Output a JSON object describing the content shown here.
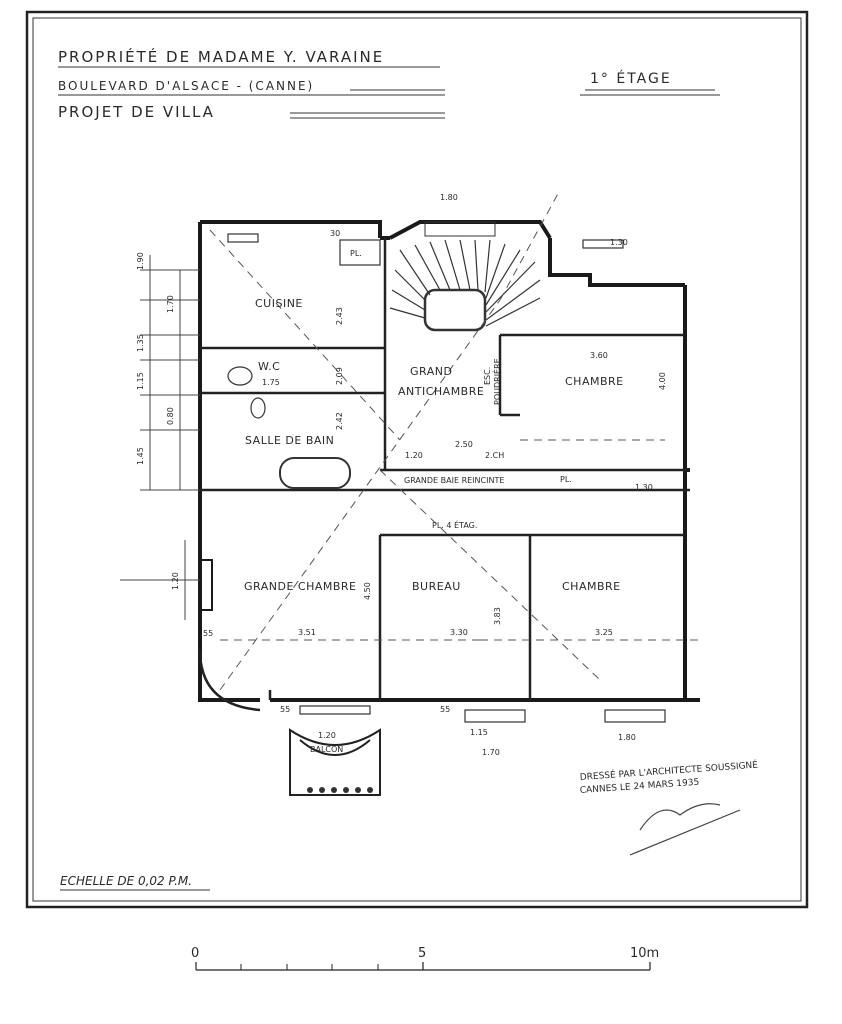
{
  "header": {
    "line1": "PROPRIÉTÉ DE MADAME Y. VARAINE",
    "line2": "BOULEVARD D'ALSACE - (CANNE)",
    "line3": "PROJET DE VILLA",
    "floor": "1° ÉTAGE"
  },
  "rooms": {
    "cuisine": "CUISINE",
    "wc": "W.C",
    "salle_de_bain": "SALLE DE BAIN",
    "grand_antichambre_1": "GRAND",
    "grand_antichambre_2": "ANTICHAMBRE",
    "chambre_right": "CHAMBRE",
    "grande_chambre": "GRANDE CHAMBRE",
    "bureau": "BUREAU",
    "chambre_bottom": "CHAMBRE",
    "grande_baie": "GRANDE BAIE REINCINTE",
    "placard": "PL. 4 ÉTAG.",
    "pl_top": "PL.",
    "pl_mid": "PL.",
    "balcony": "BALCON",
    "escalier_1": "ESC.",
    "escalier_2": "POUDRIÈRE"
  },
  "dimensions": {
    "top_stair": "1.80",
    "top_right": "1.30",
    "left_1": "1.90",
    "left_2": "1.70",
    "left_3": "1.35",
    "left_4": "1.15",
    "left_5": "0.80",
    "left_6": "1.45",
    "left_7": "1.20",
    "cuisine_h": "2.43",
    "wc_w": "1.75",
    "wc_h": "2.09",
    "bain_h": "2.42",
    "chambre_w": "3.60",
    "chambre_h": "4.00",
    "ant_w": "2.50",
    "ant_left": "1.20",
    "ant_right": "2.CH",
    "right_mid": "1.30",
    "gc_w": "3.51",
    "gc_h": "4.50",
    "bureau_w": "3.30",
    "bureau_h": "3.83",
    "chambre2_w": "3.25",
    "balcony_w": "1.20",
    "bottom_1": "1.15",
    "bottom_2": "1.70",
    "bottom_3": "1.80",
    "corner": "55",
    "corner2": "55",
    "corner3": "55",
    "top_small": "30"
  },
  "signature": {
    "line1": "DRESSÉ PAR L'ARCHITECTE SOUSSIGNÉ",
    "line2": "CANNES LE 24 MARS 1935"
  },
  "scale_note": "ECHELLE DE 0,02 P.M.",
  "scale_bar": {
    "min": "0",
    "mid": "5",
    "max": "10m"
  }
}
